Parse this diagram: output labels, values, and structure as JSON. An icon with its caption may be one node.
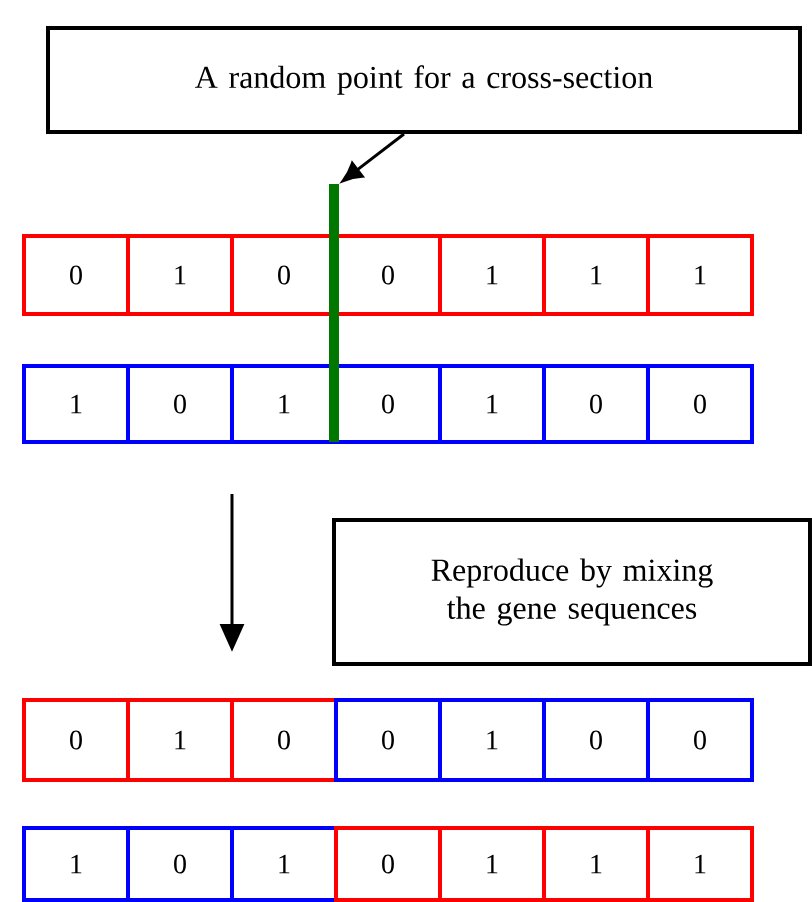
{
  "diagram": {
    "nodes": [
      {
        "text": [
          "A random point for a cross-section"
        ]
      },
      {
        "text": [],
        "shape": "bar"
      },
      {
        "text": [
          "0"
        ]
      },
      {
        "text": [
          "1"
        ]
      },
      {
        "text": [
          "0"
        ]
      },
      {
        "text": [
          "0"
        ]
      },
      {
        "text": [
          "1"
        ]
      },
      {
        "text": [
          "1"
        ]
      },
      {
        "text": [
          "1"
        ]
      },
      {
        "text": [
          "1"
        ]
      },
      {
        "text": [
          "0"
        ]
      },
      {
        "text": [
          "1"
        ]
      },
      {
        "text": [
          "0"
        ]
      },
      {
        "text": [
          "1"
        ]
      },
      {
        "text": [
          "0"
        ]
      },
      {
        "text": [
          "0"
        ]
      },
      {
        "text": [
          "Reproduce by mixing the gene sequences"
        ]
      },
      {
        "text": [
          "0"
        ]
      },
      {
        "text": [
          "1"
        ]
      },
      {
        "text": [
          "0"
        ]
      },
      {
        "text": [
          "0"
        ]
      },
      {
        "text": [
          "1"
        ]
      },
      {
        "text": [
          "0"
        ]
      },
      {
        "text": [
          "0"
        ]
      },
      {
        "text": [
          "1"
        ]
      },
      {
        "text": [
          "0"
        ]
      },
      {
        "text": [
          "1"
        ]
      },
      {
        "text": [
          "0"
        ]
      },
      {
        "text": [
          "1"
        ]
      },
      {
        "text": [
          "1"
        ]
      },
      {
        "text": [
          "1"
        ]
      }
    ],
    "edges": [
      {
        "from": 0,
        "to": 1,
        "arrow": "to"
      }
    ]
  }
}
